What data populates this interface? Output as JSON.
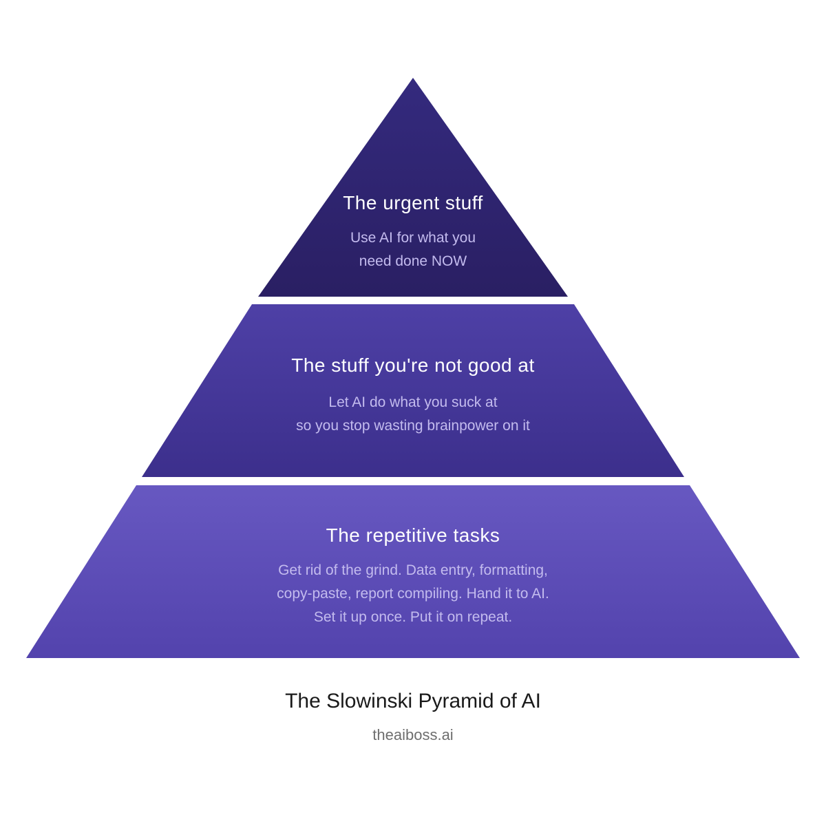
{
  "tiers": [
    {
      "title": "The urgent stuff",
      "lines": [
        "Use AI for what you",
        "need done NOW"
      ]
    },
    {
      "title": "The stuff you're not good at",
      "lines": [
        "Let AI do what you suck at",
        "so you stop wasting brainpower on it"
      ]
    },
    {
      "title": "The repetitive tasks",
      "lines": [
        "Get rid of the grind. Data entry, formatting,",
        "copy-paste, report compiling. Hand it to AI.",
        "Set it up once. Put it on repeat."
      ]
    }
  ],
  "colors": {
    "tier_top": [
      "#342a7e",
      "#2a1f63"
    ],
    "tier_middle": [
      "#4e40a6",
      "#3c2f8c"
    ],
    "tier_bottom": [
      "#6758c1",
      "#5343ad"
    ],
    "title_text": "#ffffff",
    "desc_text": "#c3bbee"
  },
  "footer": {
    "title": "The Slowinski Pyramid of AI",
    "source": "theaiboss.ai"
  }
}
